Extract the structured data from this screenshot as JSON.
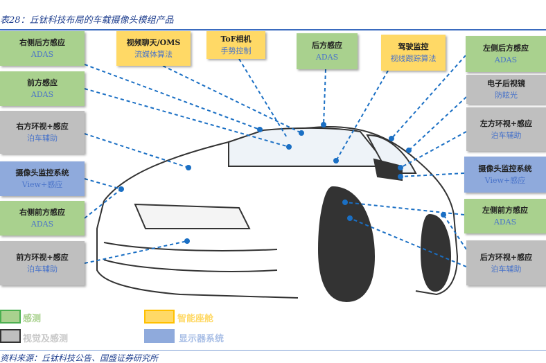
{
  "title": "表28：丘钛科技布局的车载摄像头模组产品",
  "boxes": [
    {
      "l1": "右侧后方感应",
      "l2": "ADAS",
      "type": "sensing"
    },
    {
      "l1": "前方感应",
      "l2": "ADAS",
      "type": "sensing"
    },
    {
      "l1": "右方环视+感应",
      "l2": "泊车辅助",
      "type": "vision"
    },
    {
      "l1": "摄像头监控系统",
      "l2": "View+感应",
      "type": "display"
    },
    {
      "l1": "右侧前方感应",
      "l2": "ADAS",
      "type": "sensing"
    },
    {
      "l1": "前方环视+感应",
      "l2": "泊车辅助",
      "type": "vision"
    },
    {
      "l1": "视频聊天/OMS",
      "l2": "流媒体算法",
      "type": "cockpit"
    },
    {
      "l1": "ToF相机",
      "l2": "手势控制",
      "type": "cockpit"
    },
    {
      "l1": "后方感应",
      "l2": "ADAS",
      "type": "sensing"
    },
    {
      "l1": "驾驶监控",
      "l2": "视线跟踪算法",
      "type": "cockpit"
    },
    {
      "l1": "左侧后方感应",
      "l2": "ADAS",
      "type": "sensing"
    },
    {
      "l1": "电子后视镜",
      "l2": "防眩光",
      "type": "vision"
    },
    {
      "l1": "左方环视+感应",
      "l2": "泊车辅助",
      "type": "vision"
    },
    {
      "l1": "摄像头监控系统",
      "l2": "View+感应",
      "type": "display"
    },
    {
      "l1": "左侧前方感应",
      "l2": "ADAS",
      "type": "sensing"
    },
    {
      "l1": "后方环视+感应",
      "l2": "泊车辅助",
      "type": "vision"
    }
  ],
  "legend": [
    {
      "label": "感测",
      "color": "#a9d18e",
      "border": "#4caf50"
    },
    {
      "label": "智能座舱",
      "color": "#ffd966",
      "border": "#ffc000"
    },
    {
      "label": "视觉及感测",
      "color": "#bfbfbf",
      "border": "#333333"
    },
    {
      "label": "显示器系统",
      "color": "#8faadc",
      "border": "#8faadc"
    }
  ],
  "source": "资料来源：丘钛科技公告、国盛证券研究所"
}
